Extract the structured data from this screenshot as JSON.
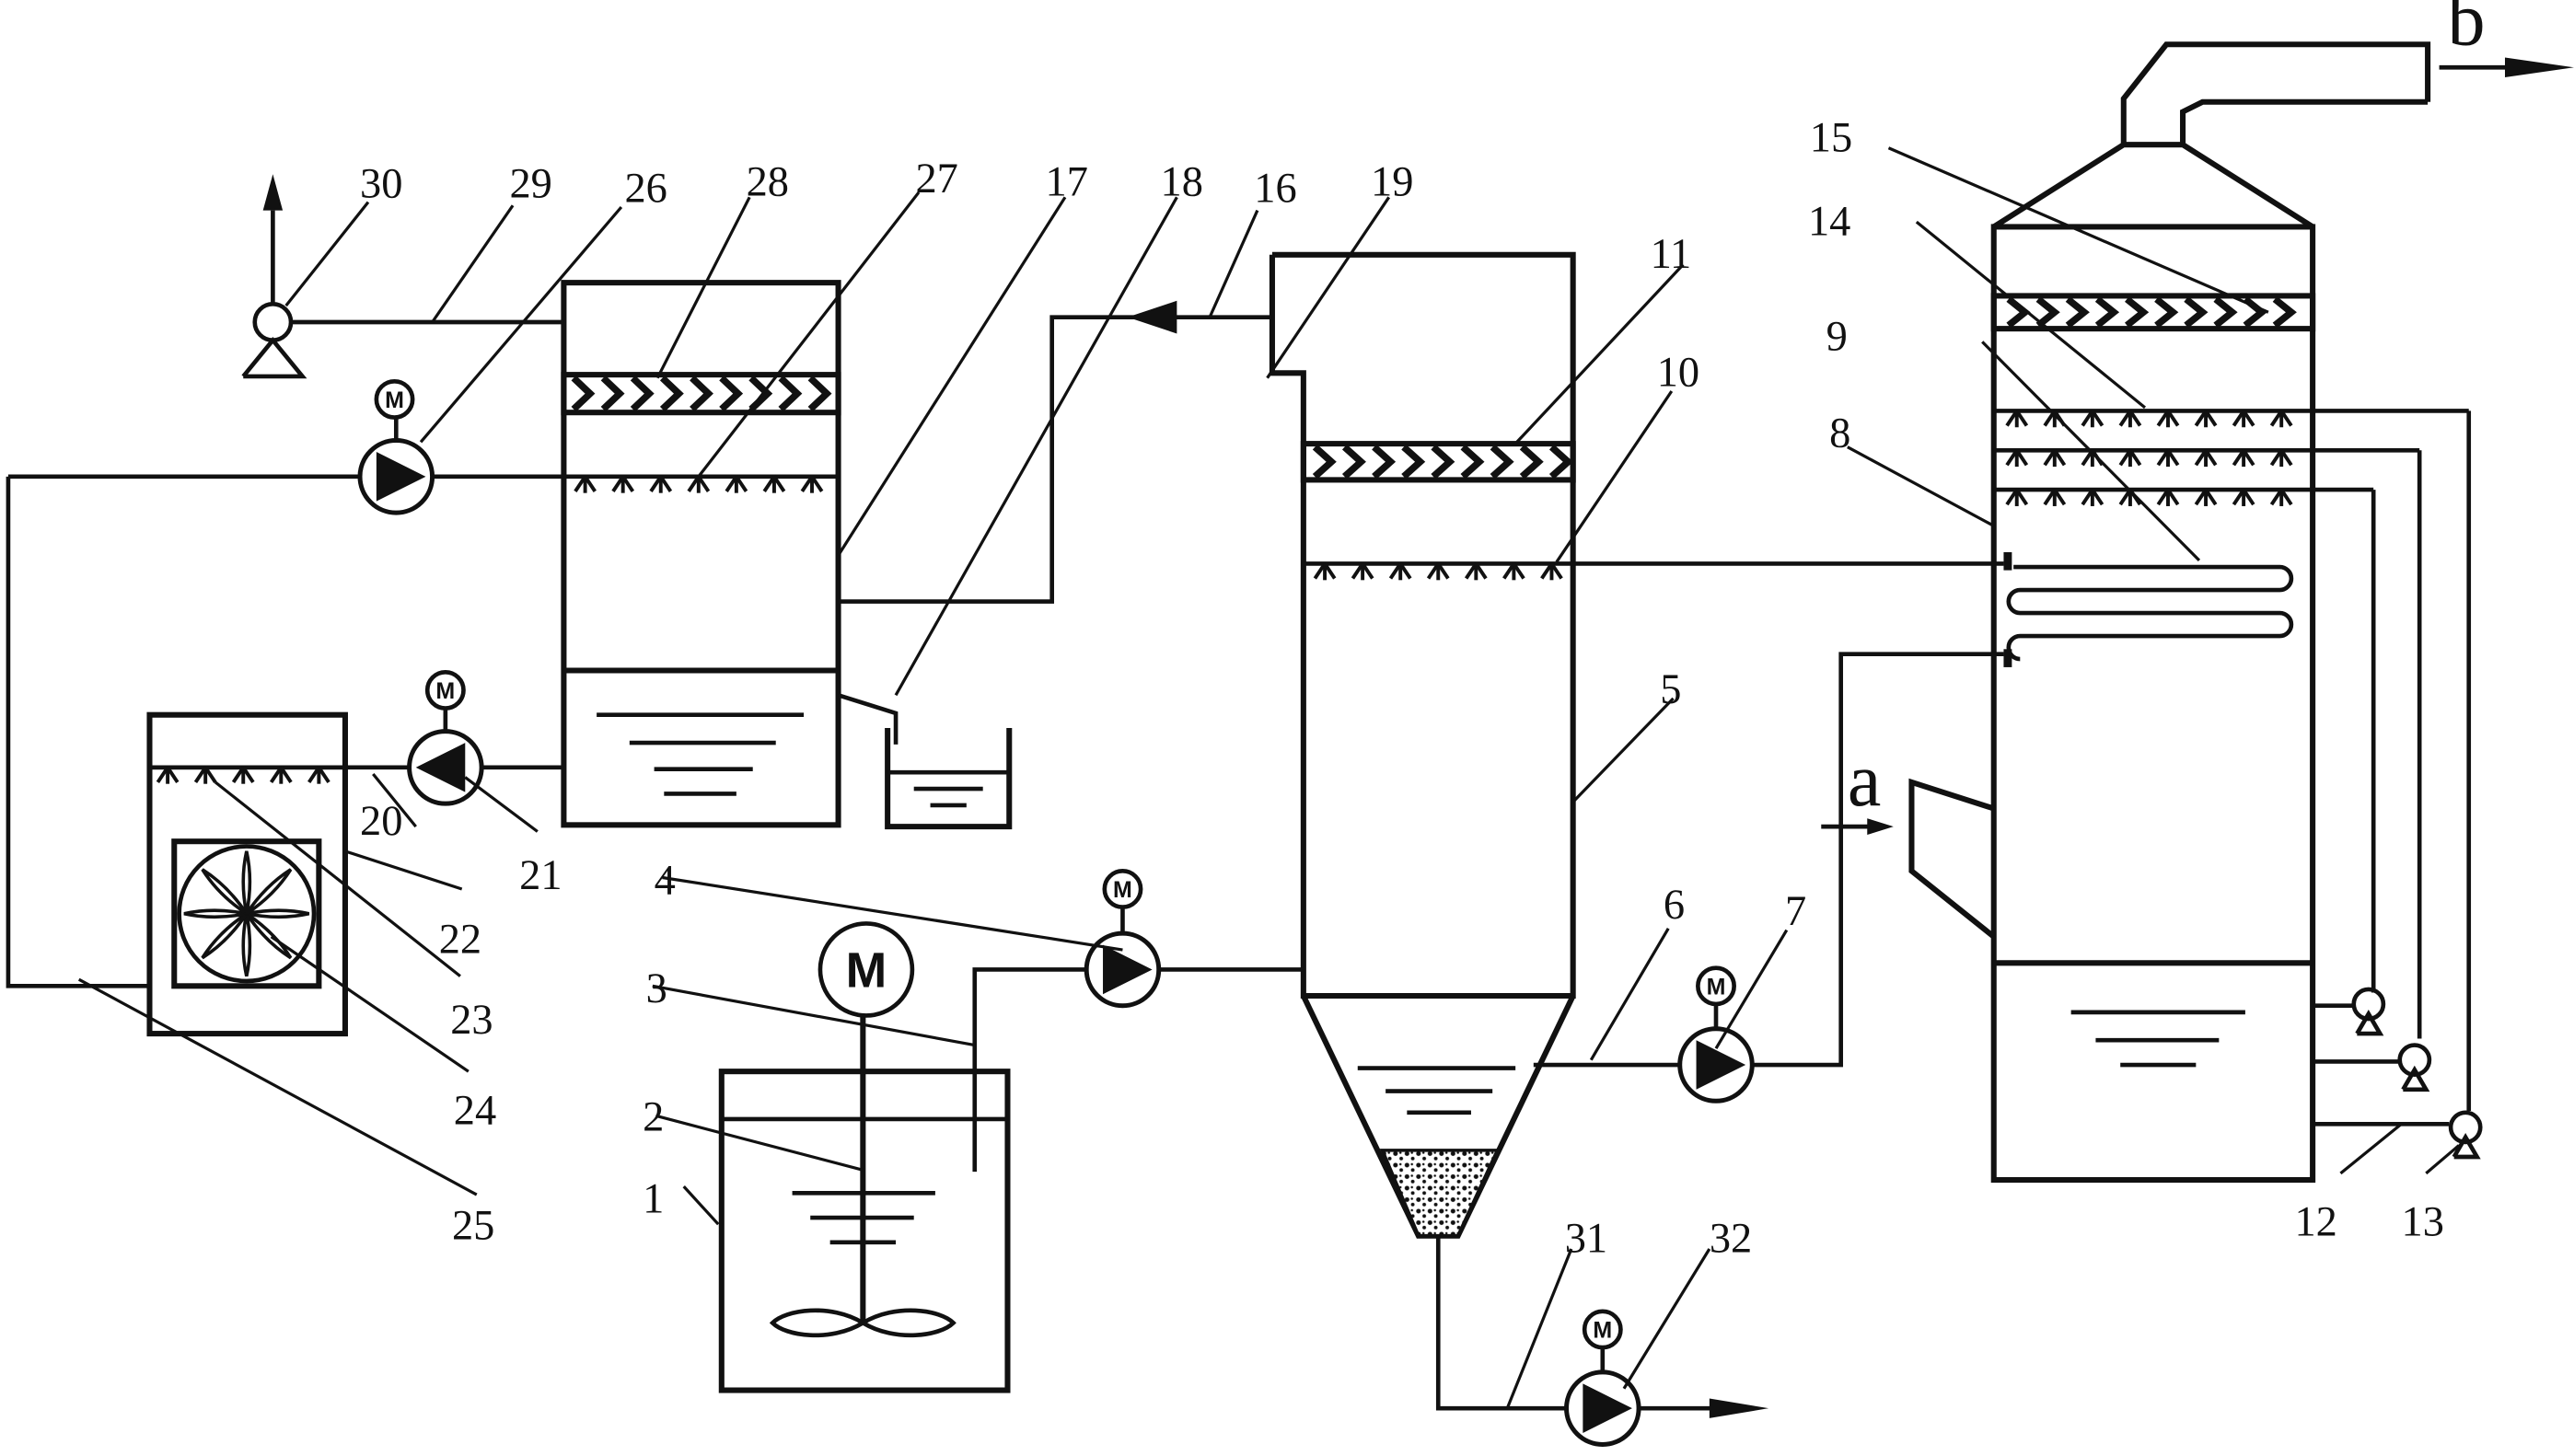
{
  "diagram": {
    "motor_letter": "M",
    "flow_labels": {
      "inlet": "a",
      "outlet": "b"
    },
    "callouts": [
      {
        "text": "1"
      },
      {
        "text": "2"
      },
      {
        "text": "3"
      },
      {
        "text": "4"
      },
      {
        "text": "5"
      },
      {
        "text": "6"
      },
      {
        "text": "7"
      },
      {
        "text": "8"
      },
      {
        "text": "9"
      },
      {
        "text": "10"
      },
      {
        "text": "11"
      },
      {
        "text": "12"
      },
      {
        "text": "13"
      },
      {
        "text": "14"
      },
      {
        "text": "15"
      },
      {
        "text": "16"
      },
      {
        "text": "17"
      },
      {
        "text": "18"
      },
      {
        "text": "19"
      },
      {
        "text": "20"
      },
      {
        "text": "21"
      },
      {
        "text": "22"
      },
      {
        "text": "23"
      },
      {
        "text": "24"
      },
      {
        "text": "25"
      },
      {
        "text": "26"
      },
      {
        "text": "27"
      },
      {
        "text": "28"
      },
      {
        "text": "29"
      },
      {
        "text": "30"
      },
      {
        "text": "31"
      },
      {
        "text": "32"
      }
    ]
  }
}
